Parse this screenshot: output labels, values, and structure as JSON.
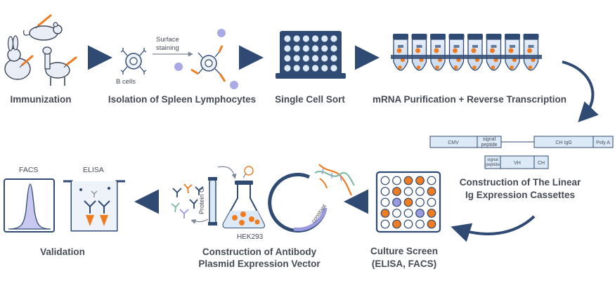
{
  "steps": {
    "immunization": "Immunization",
    "isolation": "Isolation of Spleen Lymphocytes",
    "sort": "Single Cell Sort",
    "mrna": "mRNA Purification + Reverse Transcription",
    "linear_line1": "Construction of The Linear",
    "linear_line2": "Ig Expression Cassettes",
    "culture_line1": "Culture Screen",
    "culture_line2": "(ELISA, FACS)",
    "plasmid_line1": "Construction of Antibody",
    "plasmid_line2": "Plasmid Expression Vector",
    "validation": "Validation"
  },
  "labels": {
    "b_cells": "B cells",
    "surface_line1": "Surface",
    "surface_line2": "staining",
    "facs": "FACS",
    "elisa": "ELISA",
    "protein_g": "Protein G",
    "hek293": "HEK293",
    "constant": "constant"
  },
  "cassettes": {
    "cmv": "CMV",
    "signal1": "signal",
    "peptide1": "peptide",
    "ch_igg": "CH   IgG",
    "poly_a": "Poly A",
    "signal2": "signal",
    "peptide2": "peptide",
    "vh": "VH",
    "ch": "CH"
  },
  "colors": {
    "navy": "#2f4a73",
    "orange": "#f07c22",
    "lavender": "#9a9ae0",
    "light_blue": "#dce9f7",
    "gray_line": "#7f8896"
  }
}
